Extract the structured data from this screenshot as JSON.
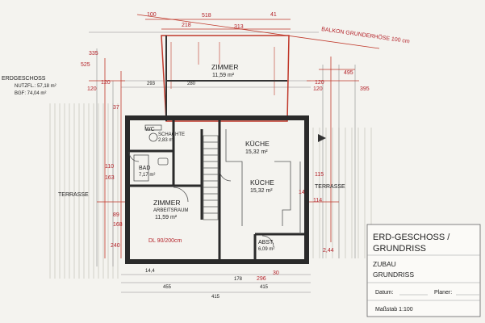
{
  "summary": {
    "floor": "ERDGESCHOSS",
    "net_area": "NUTZFL.: 57,18 m²",
    "gross_area": "BGF: 74,04 m²"
  },
  "title_block": {
    "line1": "ERD-GESCHOSS /",
    "line2": "GRUNDRISS",
    "line3": "ZUBAU",
    "line4": "GRUNDRISS",
    "date_label": "Datum:",
    "planner_label": "Planer:",
    "scale": "Maßstab 1:100"
  },
  "rooms": {
    "zimmer_top": {
      "name": "ZIMMER",
      "area": "11,59 m²"
    },
    "wc": {
      "name": "WC",
      "sub": "SCHACHTE",
      "area": "2,83 m²"
    },
    "bad": {
      "name": "BAD",
      "area": "7,17 m²"
    },
    "zimmer_arb": {
      "name": "ZIMMER",
      "sub": "ARBEITSRAUM",
      "area": "11,59 m²"
    },
    "kueche_a": {
      "name": "KÜCHE",
      "area": "15,32 m²"
    },
    "kueche_b": {
      "name": "KÜCHE",
      "area": "15,32 m²"
    },
    "abst": {
      "name": "ABST.",
      "area": "6,09 m²"
    }
  },
  "terrace_left": "TERRASSE",
  "terrace_right": "TERRASSE",
  "balcony_note": "BALKON GRUNDERHÖSE 100 cm",
  "window_note": "DL 90/200cm",
  "dims_top": [
    "100",
    "518",
    "41",
    "218",
    "313",
    "293",
    "280",
    "120",
    "120"
  ],
  "dims_left": [
    "525",
    "335",
    "120",
    "37",
    "110",
    "163",
    "89",
    "168",
    "240"
  ],
  "dims_right": [
    "495",
    "395",
    "120",
    "115",
    "14",
    "114",
    "2,44"
  ],
  "dims_bottom": [
    "14,4",
    "455",
    "415",
    "178",
    "296",
    "415",
    "30"
  ]
}
